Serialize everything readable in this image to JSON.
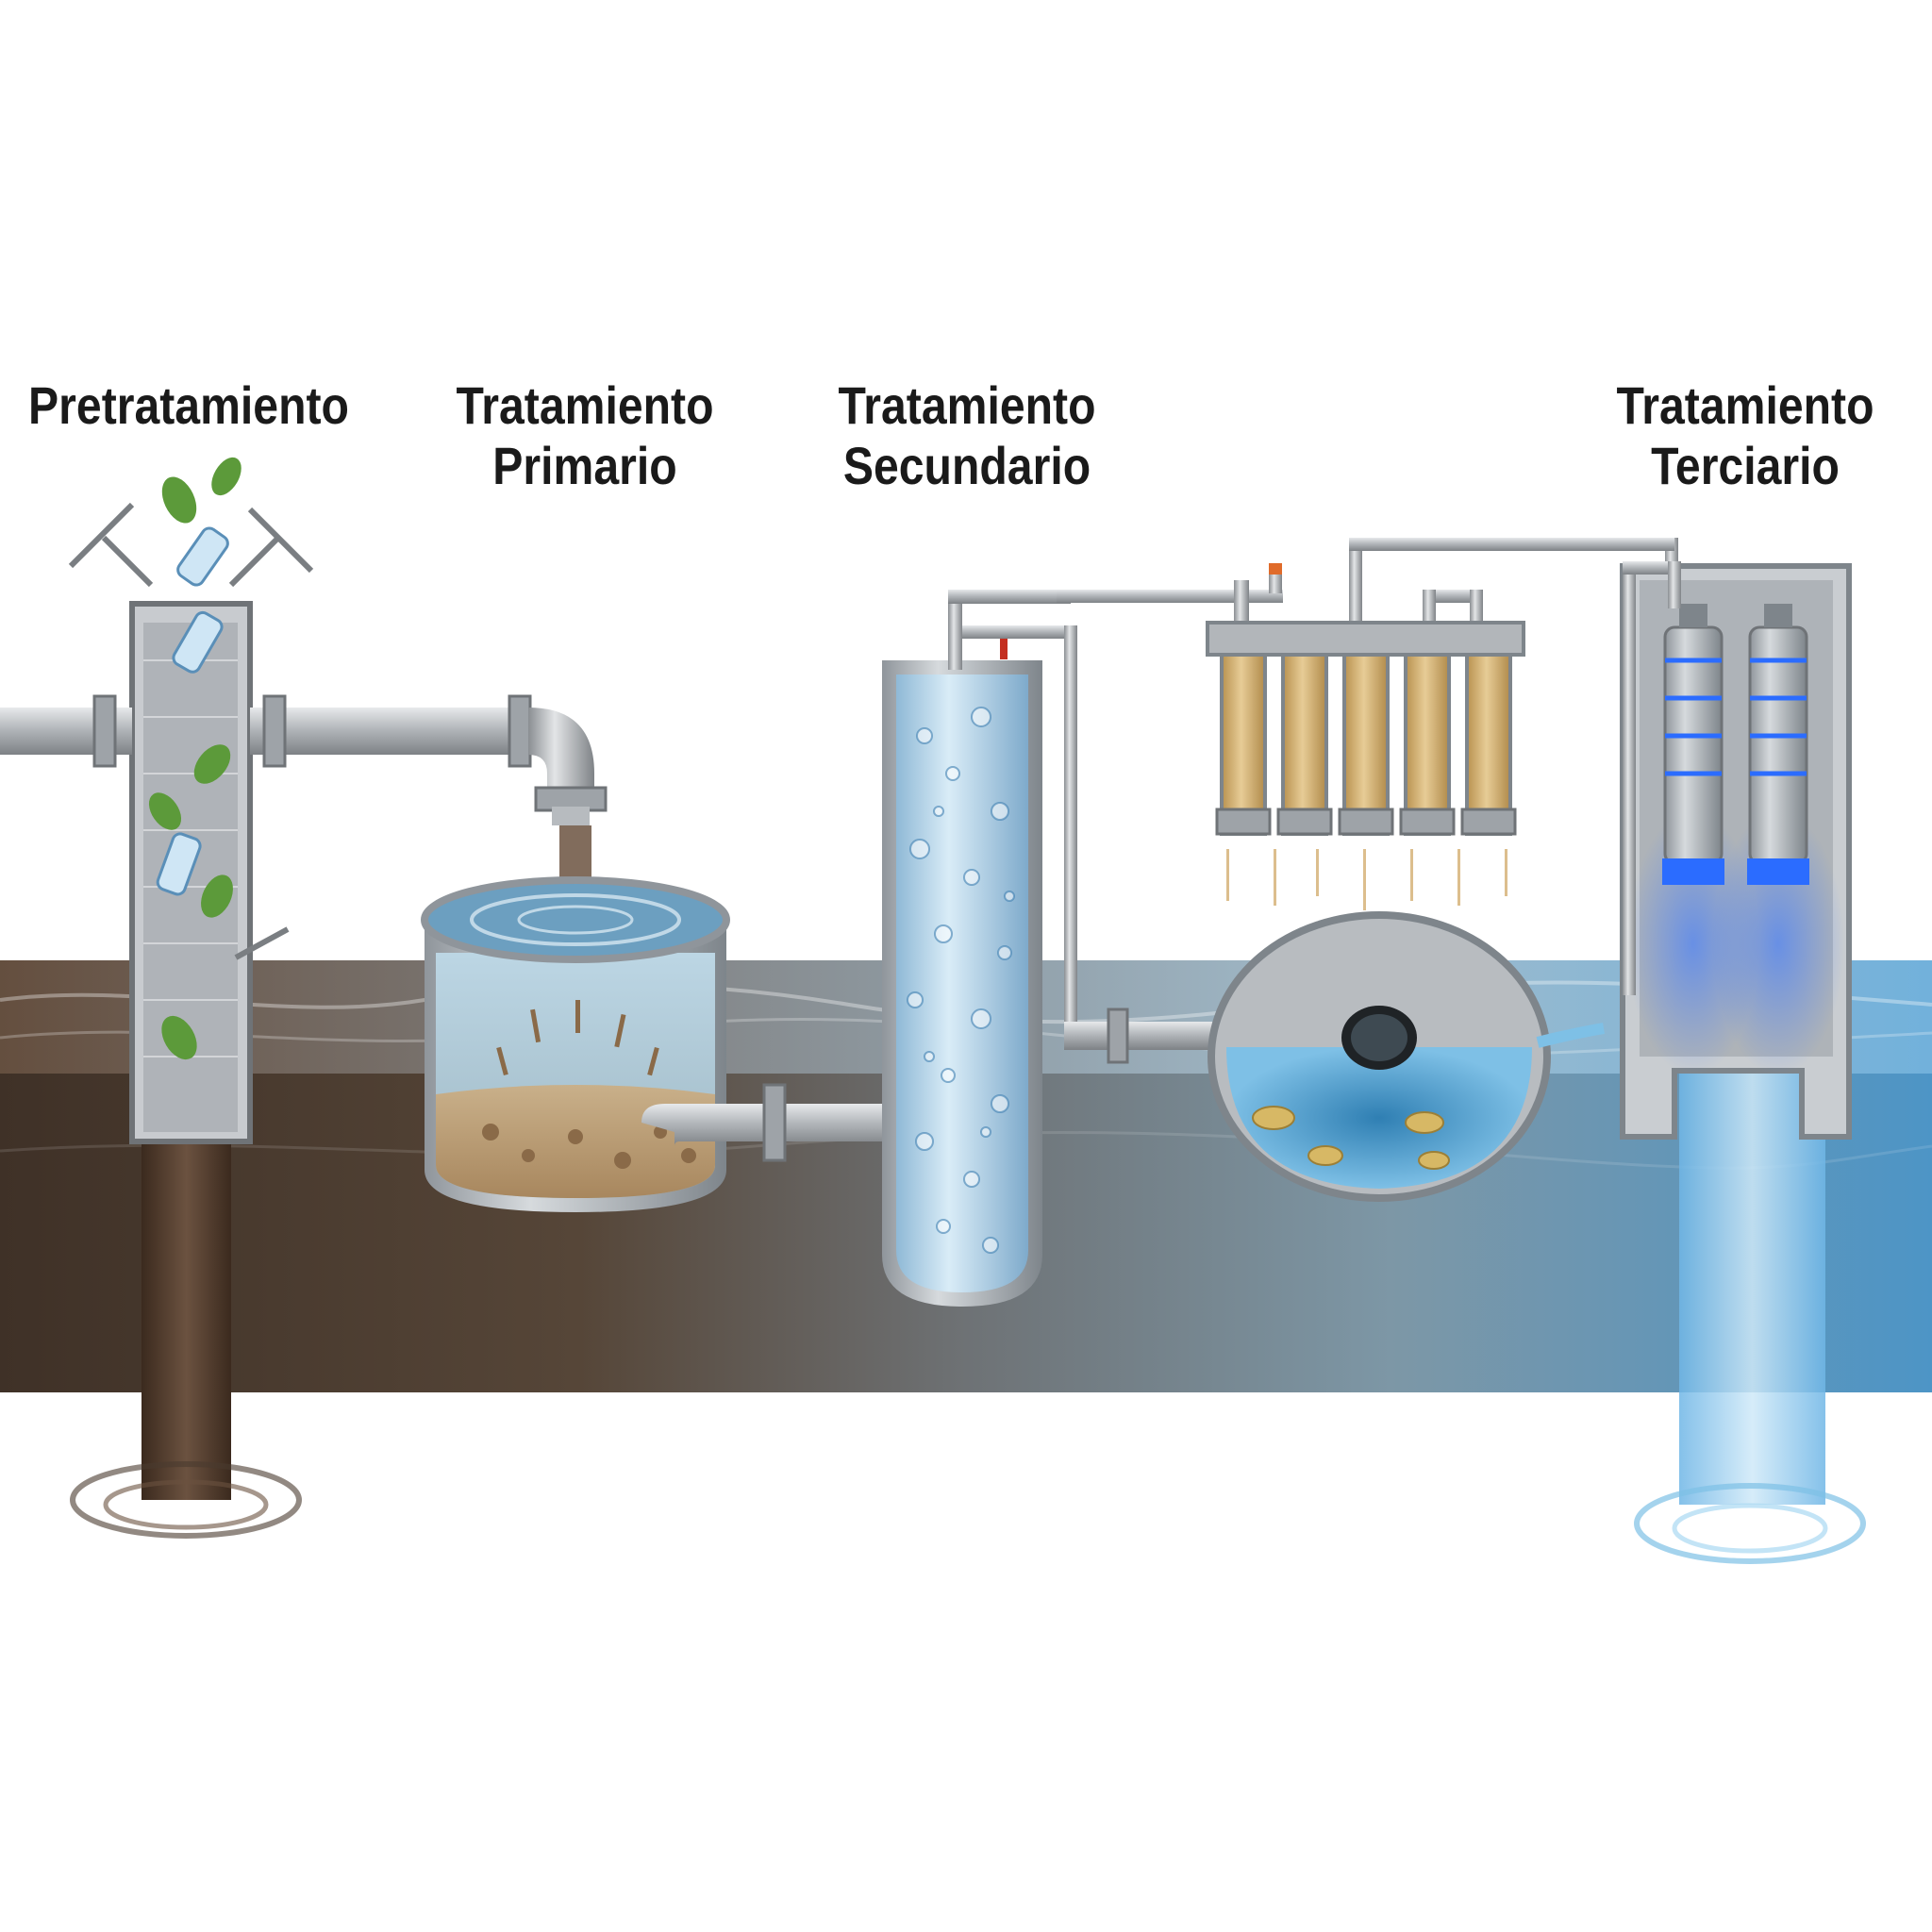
{
  "stages": [
    {
      "id": "pretratamiento",
      "line1": "Pretratamiento",
      "line2": ""
    },
    {
      "id": "primario",
      "line1": "Tratamiento",
      "line2": "Primario"
    },
    {
      "id": "secundario",
      "line1": "Tratamiento",
      "line2": "Secundario"
    },
    {
      "id": "terciario",
      "line1": "Tratamiento",
      "line2": "Terciario"
    }
  ],
  "colors": {
    "dirty_water": "#4a3a2e",
    "mid_water": "#6f7c82",
    "clean_water": "#5aa6d6",
    "pipe": "#a9adb1",
    "filter_media": "#d6b37a",
    "uv_glow": "#2b6cff",
    "valve": "#e03a2a"
  },
  "icons": [
    "rake-icon",
    "leaf-icon",
    "bottle-icon",
    "bubble-icon",
    "uv-lamp-icon",
    "valve-icon"
  ]
}
